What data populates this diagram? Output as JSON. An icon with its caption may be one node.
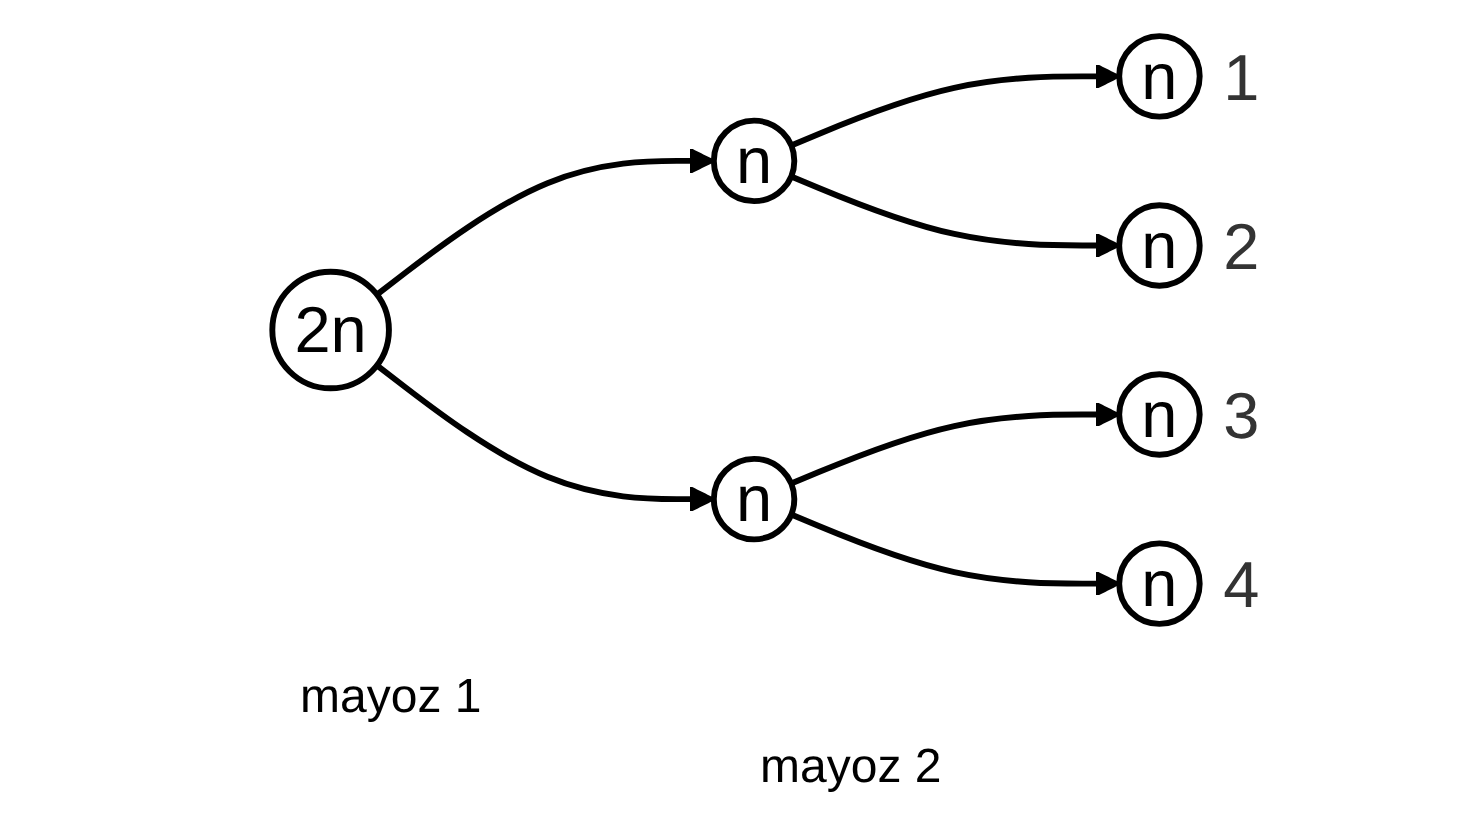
{
  "diagram": {
    "nodes": [
      {
        "text": [
          "2n"
        ]
      },
      {
        "text": [
          "n"
        ]
      },
      {
        "text": [
          "n"
        ]
      },
      {
        "text": [
          "n"
        ],
        "beside": [
          "1"
        ]
      },
      {
        "text": [
          "n"
        ],
        "beside": [
          "2"
        ]
      },
      {
        "text": [
          "n"
        ],
        "beside": [
          "3"
        ]
      },
      {
        "text": [
          "n"
        ],
        "beside": [
          "4"
        ]
      }
    ],
    "edges": [
      {
        "from": 0,
        "to": 1,
        "arrow": "to"
      },
      {
        "from": 0,
        "to": 2,
        "arrow": "to"
      },
      {
        "from": 1,
        "to": 3,
        "arrow": "to"
      },
      {
        "from": 1,
        "to": 4,
        "arrow": "to"
      },
      {
        "from": 2,
        "to": 5,
        "arrow": "to"
      },
      {
        "from": 2,
        "to": 6,
        "arrow": "to"
      }
    ],
    "labels": [
      "mayoz 1",
      "mayoz 2"
    ]
  }
}
